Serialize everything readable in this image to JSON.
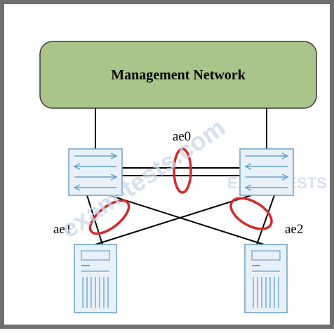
{
  "management_network": {
    "title": "Management Network",
    "fill": "#a9c58a"
  },
  "labels": {
    "ae0": "ae0",
    "ae1": "ae1",
    "ae2": "ae2"
  },
  "watermark": {
    "diagonal": "exam-tests.com",
    "right": "EXAM-TESTS"
  },
  "colors": {
    "device_stroke": "#6a9fc8",
    "device_fill": "#e8f1fa",
    "highlight": "#d42a2a",
    "line": "#000000"
  },
  "icons": {
    "switch": "switch-icon",
    "server": "server-icon"
  }
}
